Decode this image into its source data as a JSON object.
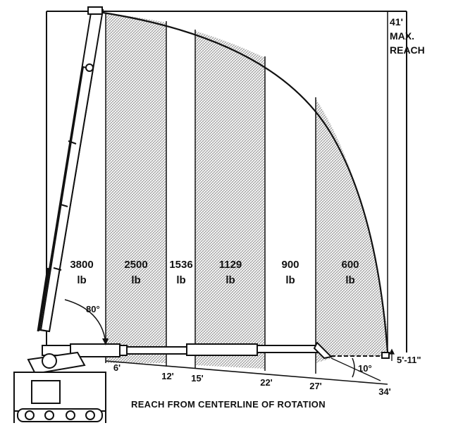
{
  "max_reach": {
    "line1": "41'",
    "line2": "MAX.",
    "line3": "REACH"
  },
  "zones": [
    {
      "load": "3800",
      "unit": "lb"
    },
    {
      "load": "2500",
      "unit": "lb"
    },
    {
      "load": "1536",
      "unit": "lb"
    },
    {
      "load": "1129",
      "unit": "lb"
    },
    {
      "load": "900",
      "unit": "lb"
    },
    {
      "load": "600",
      "unit": "lb"
    }
  ],
  "distances": [
    "6'",
    "12'",
    "15'",
    "22'",
    "27'",
    "34'"
  ],
  "angles": {
    "boom_raised": "80°",
    "boom_lowered": "10°"
  },
  "height_label": "5'-11\"",
  "footer": "REACH FROM CENTERLINE OF ROTATION",
  "colors": {
    "ink": "#111111",
    "hatch": "#9a9a9a",
    "background": "#ffffff"
  }
}
